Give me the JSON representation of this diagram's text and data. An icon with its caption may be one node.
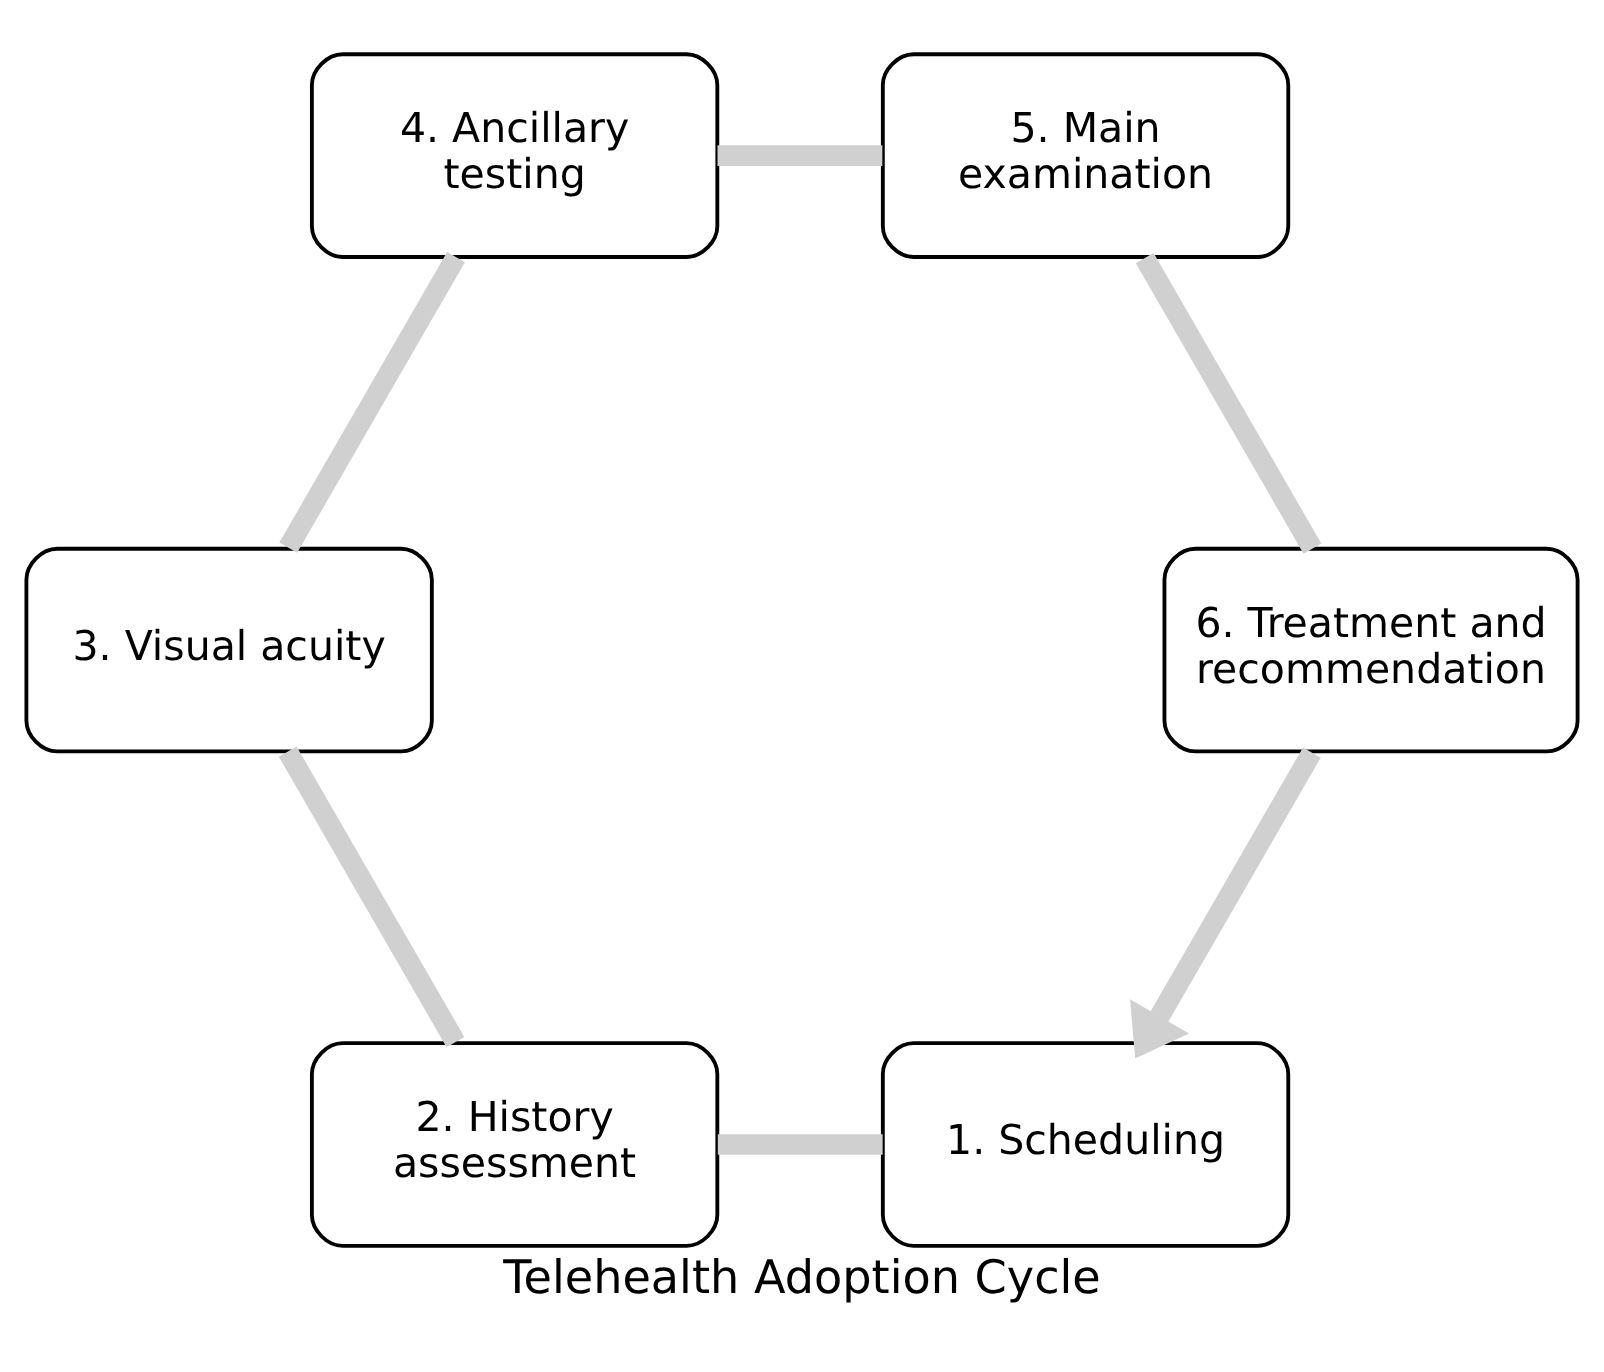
{
  "diagram": {
    "title": "Telehealth Adoption Cycle",
    "nodes": [
      {
        "text": [
          "1. Scheduling"
        ]
      },
      {
        "text": [
          "2. History assessment"
        ]
      },
      {
        "text": [
          "3. Visual acuity"
        ]
      },
      {
        "text": [
          "4. Ancillary testing"
        ]
      },
      {
        "text": [
          "5. Main examination"
        ]
      },
      {
        "text": [
          "6. Treatment and recommendation"
        ]
      }
    ],
    "edges": [
      {
        "from": 0,
        "to": 1,
        "arrow": "none"
      },
      {
        "from": 1,
        "to": 2,
        "arrow": "none"
      },
      {
        "from": 2,
        "to": 3,
        "arrow": "none"
      },
      {
        "from": 3,
        "to": 4,
        "arrow": "none"
      },
      {
        "from": 4,
        "to": 5,
        "arrow": "none"
      },
      {
        "from": 5,
        "to": 0,
        "arrow": "to"
      }
    ]
  }
}
